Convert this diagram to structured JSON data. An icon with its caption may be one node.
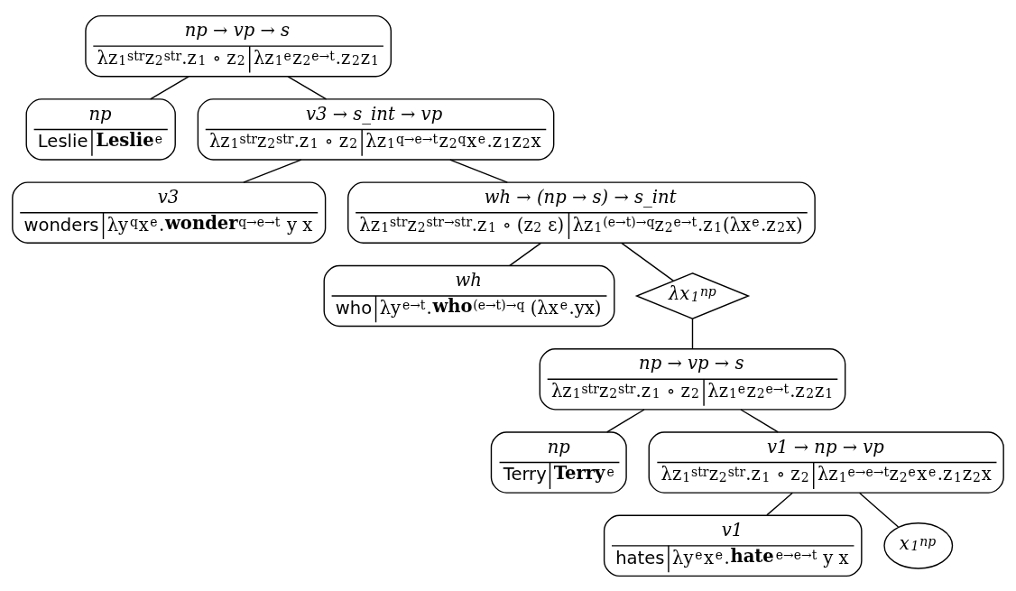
{
  "diagram": {
    "nodes": [
      {
        "text": [
          "np → vp → s",
          "λz$_{1}$$^{str}$z$_{2}$$^{str}$.z$_{1}$ ∘ z$_{2}$",
          "λz$_{1}$$^{e}$z$_{2}$$^{e→t}$.z$_{2}$z$_{1}$"
        ]
      },
      {
        "text": [
          "np",
          "Leslie",
          "**Leslie**$^{e}$"
        ]
      },
      {
        "text": [
          "v3 → s_int → vp",
          "λz$_{1}$$^{str}$z$_{2}$$^{str}$.z$_{1}$ ∘ z$_{2}$",
          "λz$_{1}$$^{q→e→t}$z$_{2}$$^{q}$x$^{e}$.z$_{1}$z$_{2}$x"
        ]
      },
      {
        "text": [
          "v3",
          "wonders",
          "λy$^{q}$x$^{e}$.**wonder**$^{q→e→t}$ y x"
        ]
      },
      {
        "text": [
          "wh → (np → s) → s_int",
          "λz$_{1}$$^{str}$z$_{2}$$^{str→str}$.z$_{1}$ ∘ (z$_{2}$ ε)",
          "λz$_{1}$$^{(e→t)→q}$z$_{2}$$^{e→t}$.z$_{1}$(λx$^{e}$.z$_{2}$x)"
        ]
      },
      {
        "text": [
          "wh",
          "who",
          "λy$^{e→t}$.**who**$^{(e→t)→q}$ (λx$^{e}$.yx)"
        ]
      },
      {
        "text": [
          "λx$_{1}$$^{np}$"
        ]
      },
      {
        "text": [
          "np → vp → s",
          "λz$_{1}$$^{str}$z$_{2}$$^{str}$.z$_{1}$ ∘ z$_{2}$",
          "λz$_{1}$$^{e}$z$_{2}$$^{e→t}$.z$_{2}$z$_{1}$"
        ]
      },
      {
        "text": [
          "np",
          "Terry",
          "**Terry**$^{e}$"
        ]
      },
      {
        "text": [
          "v1 → np → vp",
          "λz$_{1}$$^{str}$z$_{2}$$^{str}$.z$_{1}$ ∘ z$_{2}$",
          "λz$_{1}$$^{e→e→t}$z$_{2}$$^{e}$x$^{e}$.z$_{1}$z$_{2}$x"
        ]
      },
      {
        "text": [
          "v1",
          "hates",
          "λy$^{e}$x$^{e}$.**hate**$^{e→e→t}$ y x"
        ]
      },
      {
        "text": [
          "x$_{1}$$^{np}$"
        ]
      }
    ],
    "edges": [
      {
        "from": 0,
        "to": 1,
        "arrow": "none"
      },
      {
        "from": 0,
        "to": 2,
        "arrow": "none"
      },
      {
        "from": 2,
        "to": 3,
        "arrow": "none"
      },
      {
        "from": 2,
        "to": 4,
        "arrow": "none"
      },
      {
        "from": 4,
        "to": 5,
        "arrow": "none"
      },
      {
        "from": 4,
        "to": 6,
        "arrow": "none"
      },
      {
        "from": 6,
        "to": 7,
        "arrow": "none"
      },
      {
        "from": 7,
        "to": 8,
        "arrow": "none"
      },
      {
        "from": 7,
        "to": 9,
        "arrow": "none"
      },
      {
        "from": 9,
        "to": 10,
        "arrow": "none"
      },
      {
        "from": 9,
        "to": 11,
        "arrow": "none"
      }
    ]
  }
}
